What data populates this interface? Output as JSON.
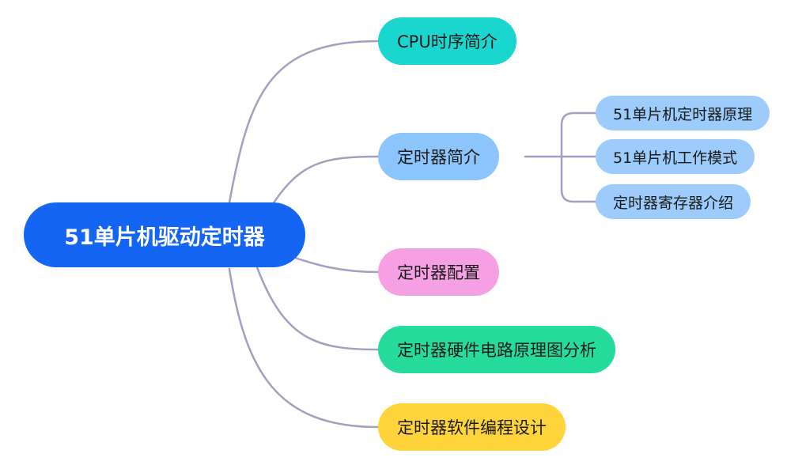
{
  "root": {
    "label": "51单片机驱动定时器",
    "color": "#1565f5"
  },
  "branches": [
    {
      "label": "CPU时序简介",
      "color": "#19d6cf"
    },
    {
      "label": "定时器简介",
      "color": "#8cc4fc",
      "children": [
        {
          "label": "51单片机定时器原理",
          "color": "#9ccbfc"
        },
        {
          "label": "51单片机工作模式",
          "color": "#9ccbfc"
        },
        {
          "label": "定时器寄存器介绍",
          "color": "#9ccbfc"
        }
      ]
    },
    {
      "label": "定时器配置",
      "color": "#f6a0e4"
    },
    {
      "label": "定时器硬件电路原理图分析",
      "color": "#25dc9c"
    },
    {
      "label": "定时器软件编程设计",
      "color": "#fed43a"
    }
  ],
  "connector_color": "#a39fc0"
}
